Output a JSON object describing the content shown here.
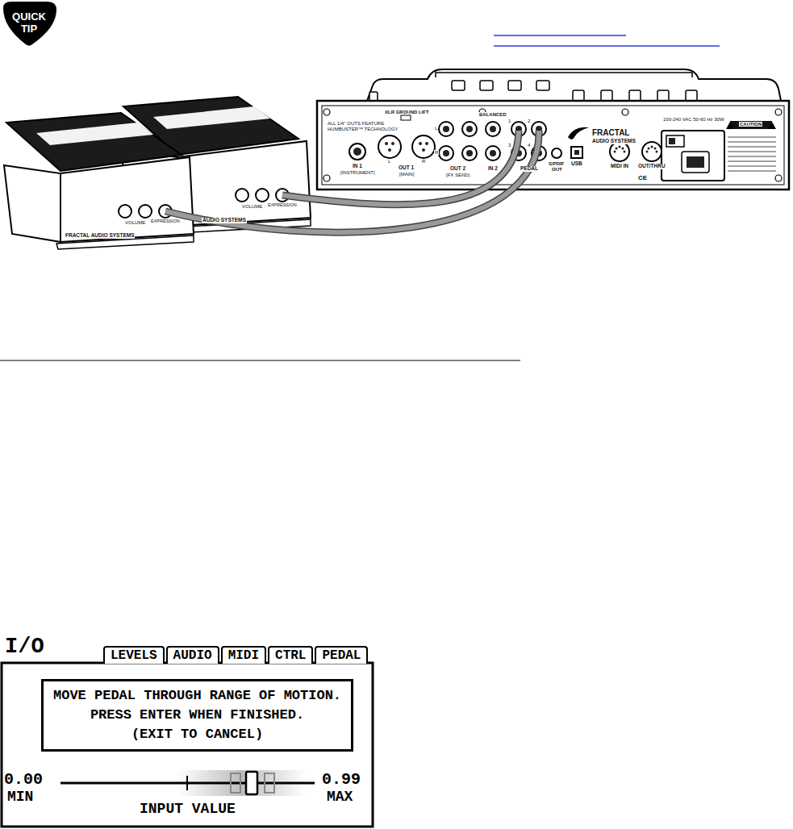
{
  "diagram": {
    "nodes": [
      {
        "text": [
          "QUICK TIP"
        ]
      },
      {
        "text": [
          "LEVELS"
        ]
      },
      {
        "text": [
          "AUDIO"
        ]
      },
      {
        "text": [
          "MIDI"
        ]
      },
      {
        "text": [
          "CTRL"
        ]
      },
      {
        "text": [
          "PEDAL"
        ]
      },
      {
        "text": [
          "MOVE PEDAL THROUGH RANGE OF MOTION.",
          "PRESS ENTER WHEN FINISHED.",
          "(EXIT TO CANCEL)"
        ]
      }
    ],
    "labels": [
      "I/O",
      "0.00",
      "MIN",
      "0.99",
      "MAX",
      "INPUT VALUE",
      "ALL 1/4\" OUTS FEATURE",
      "HUMBUSTER™ TECHNOLOGY",
      "XLR GROUND LIFT",
      "IN 1",
      "[INSTRUMENT]",
      "OUT 1",
      "[MAIN]",
      "L",
      "R",
      "BALANCED",
      "L",
      "R",
      "OUT 2",
      "[FX SEND]",
      "IN 2",
      "1",
      "2",
      "3",
      "4",
      "PEDAL",
      "S/PDIF",
      "OUT",
      "USB",
      "MIDI IN",
      "OUT/THRU",
      "FRACTAL",
      "AUDIO SYSTEMS",
      "100-240 VAC 50-60 Hz 30W",
      "CAUTION",
      "CE",
      "VOLUME",
      "EXPRESSION",
      "FRACTAL AUDIO SYSTEMS",
      "VOLUME",
      "EXPRESSION",
      "AUDIO SYSTEMS"
    ]
  }
}
